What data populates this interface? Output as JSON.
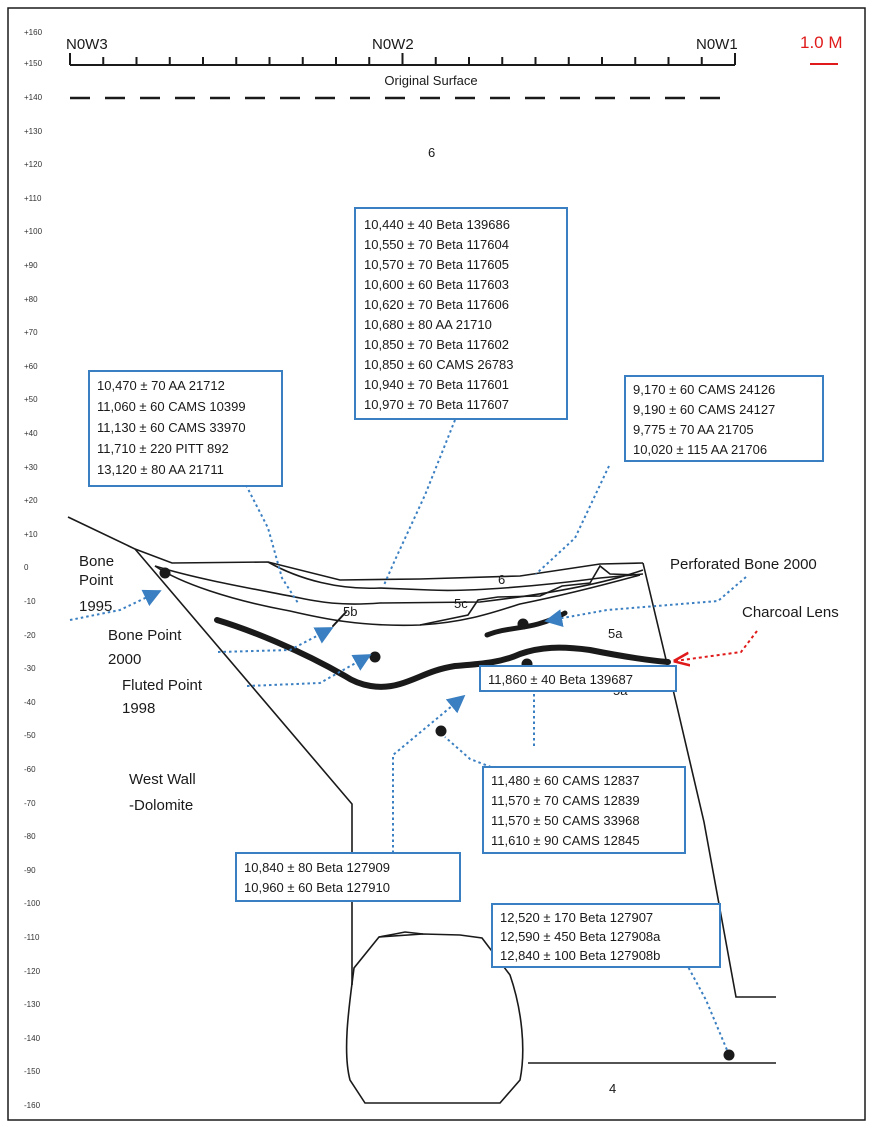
{
  "grid_labels": [
    "N0W3",
    "N0W2",
    "N0W1"
  ],
  "scale_label": "1.0 M",
  "original_surface": "Original Surface",
  "elevations": [
    "+160",
    "+150",
    "+140",
    "+130",
    "+120",
    "+110",
    "+100",
    "+90",
    "+80",
    "+70",
    "+60",
    "+50",
    "+40",
    "+30",
    "+20",
    "+10",
    "0",
    "-10",
    "-20",
    "-30",
    "-40",
    "-50",
    "-60",
    "-70",
    "-80",
    "-90",
    "-100",
    "-110",
    "-120",
    "-130",
    "-140",
    "-150",
    "-160"
  ],
  "units": {
    "u6_top": "6",
    "u6": "6",
    "u5c": "5c",
    "u5b": "5b",
    "u5a_upper": "5a",
    "u5a_lower": "5a",
    "u4": "4"
  },
  "labels": {
    "bone_point_1995": [
      "Bone",
      "Point",
      "1995"
    ],
    "bone_point_2000": [
      "Bone Point",
      "2000"
    ],
    "fluted_point_1998": [
      "Fluted Point",
      "1998"
    ],
    "west_wall": [
      "West Wall",
      "-Dolomite"
    ],
    "perforated_bone": "Perforated Bone 2000",
    "charcoal_lens": "Charcoal Lens"
  },
  "date_boxes": {
    "left_upper": [
      "10,470 ± 70   AA 21712",
      "11,060 ± 60   CAMS 10399",
      "11,130 ± 60   CAMS 33970",
      "11,710 ± 220 PITT 892",
      "13,120 ± 80   AA 21711"
    ],
    "center_upper": [
      "10,440 ± 40 Beta 139686",
      "10,550 ± 70 Beta 117604",
      "10,570 ± 70 Beta 117605",
      "10,600 ± 60 Beta 117603",
      "10,620 ± 70 Beta 117606",
      "10,680 ± 80 AA    21710",
      "10,850 ± 70 Beta 117602",
      "10,850 ± 60 CAMS 26783",
      "10,940 ± 70 Beta 117601",
      "10,970 ± 70 Beta 117607"
    ],
    "right_upper": [
      "9,170 ± 60 CAMS 24126",
      "9,190 ± 60 CAMS 24127",
      "9,775 ± 70     AA  21705",
      "10,020 ± 115  AA 21706"
    ],
    "middle_single": [
      "11,860 ± 40 Beta 139687"
    ],
    "lower_left": [
      "10,840 ± 80 Beta 127909",
      "10,960 ± 60 Beta 127910"
    ],
    "lower_right": [
      "11,480 ± 60 CAMS 12837",
      "11,570 ± 70 CAMS 12839",
      "11,570 ± 50 CAMS 33968",
      "11,610 ± 90 CAMS 12845"
    ],
    "bottom": [
      "12,520 ± 170  Beta 127907",
      "12,590 ± 450  Beta 127908a",
      "12,840 ± 100  Beta 127908b"
    ]
  },
  "colors": {
    "box_border": "#3a7fc1",
    "arrow": "#3a7fc1",
    "charcoal": "#e01a1a",
    "scale": "#e01a1a",
    "ink": "#1a1a1a"
  }
}
